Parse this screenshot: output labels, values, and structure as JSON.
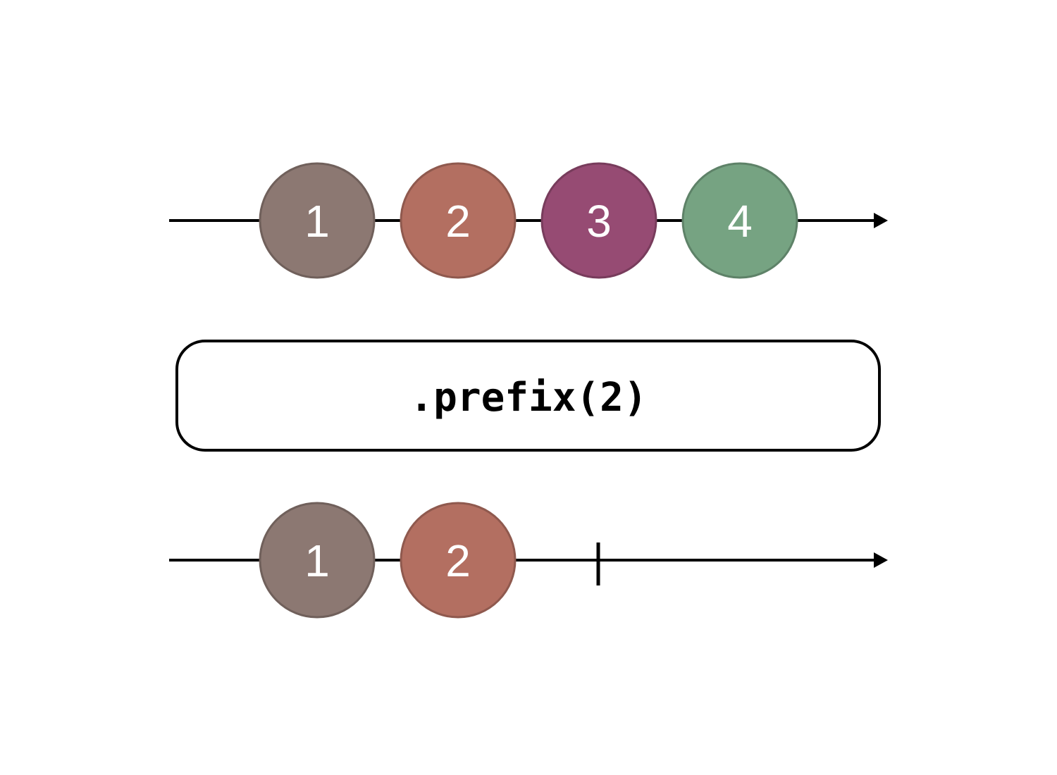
{
  "input_stream": {
    "marbles": [
      {
        "label": "1",
        "color": "#8c7872"
      },
      {
        "label": "2",
        "color": "#b36f61"
      },
      {
        "label": "3",
        "color": "#964b73"
      },
      {
        "label": "4",
        "color": "#76a382"
      }
    ]
  },
  "operator": {
    "label": ".prefix(2)"
  },
  "output_stream": {
    "marbles": [
      {
        "label": "1",
        "color": "#8c7872"
      },
      {
        "label": "2",
        "color": "#b36f61"
      }
    ],
    "completed": true
  },
  "colors": {
    "line": "#000000",
    "background": "#ffffff"
  }
}
